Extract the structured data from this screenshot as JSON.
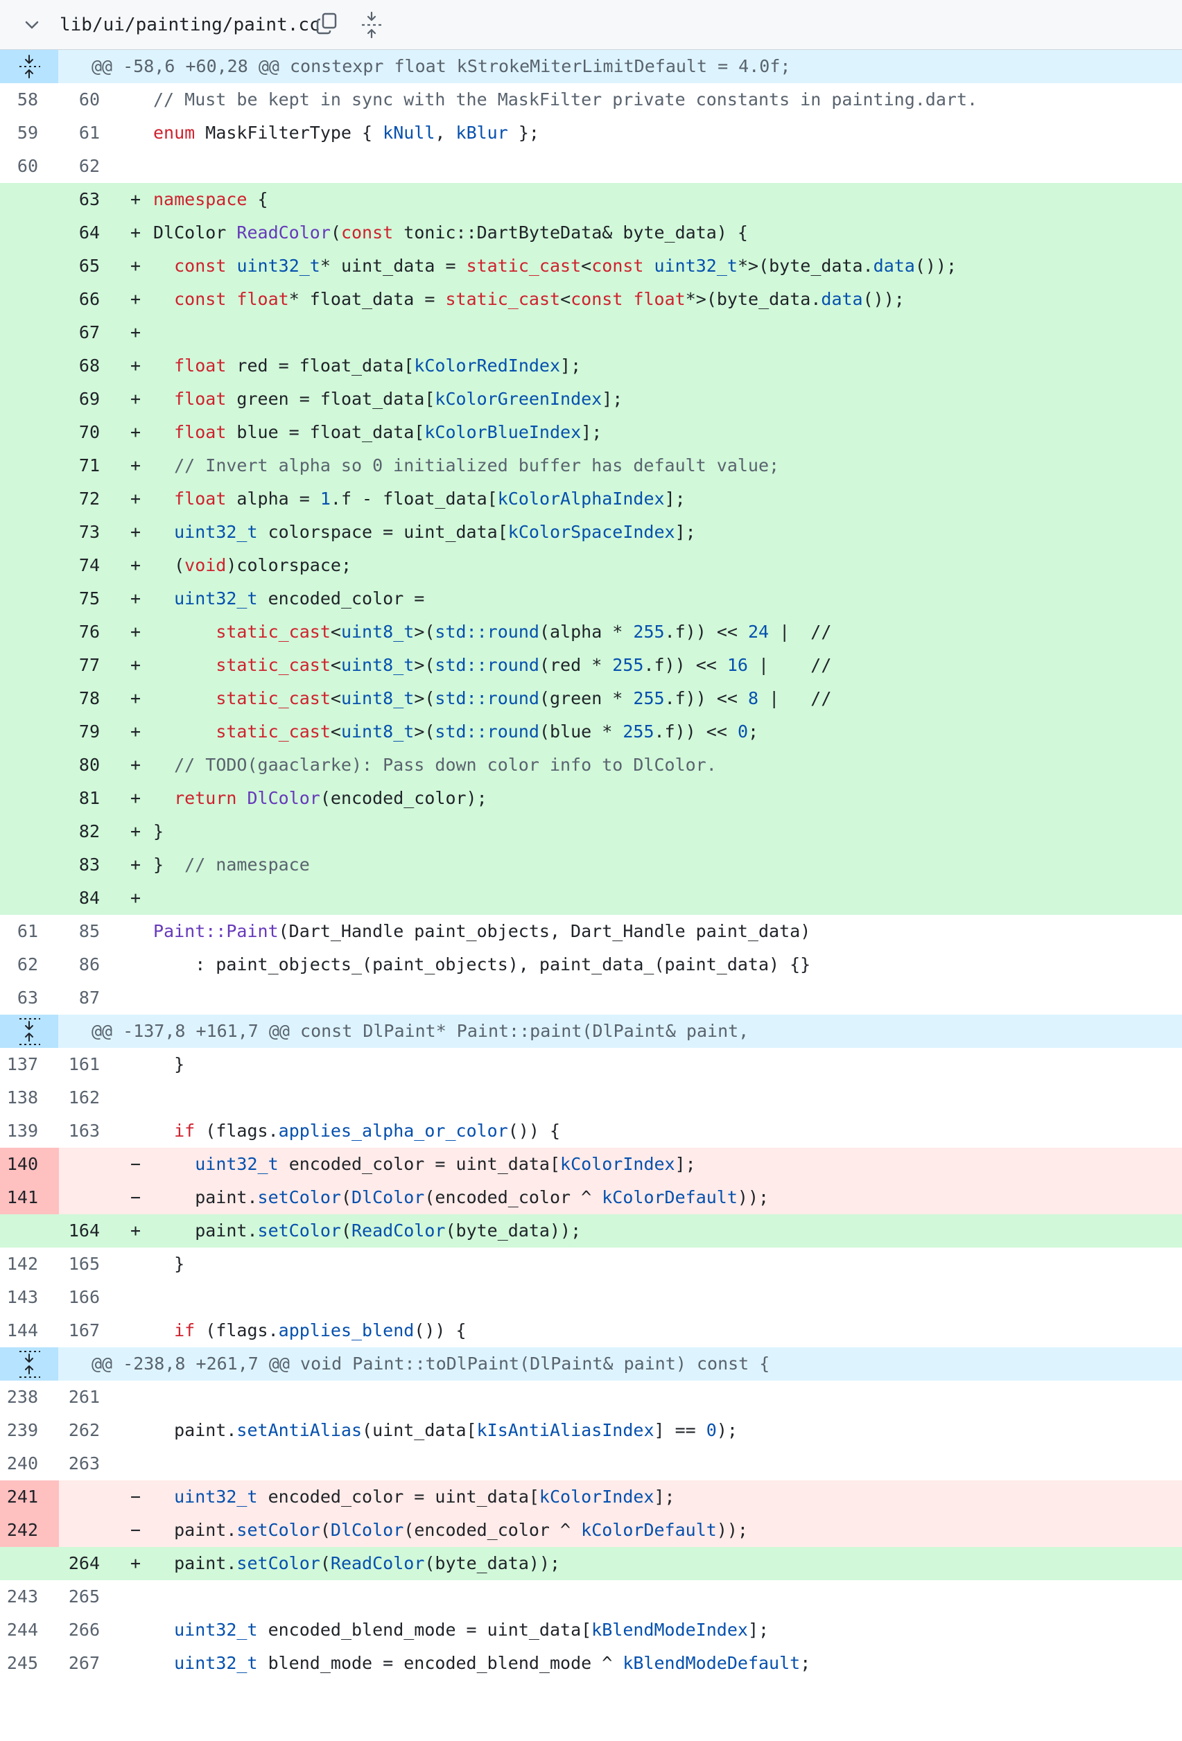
{
  "file": {
    "path": "lib/ui/painting/paint.cc"
  },
  "diff": [
    {
      "kind": "hunk",
      "text": "@@ -58,6 +60,28 @@ constexpr float kStrokeMiterLimitDefault = 4.0f;",
      "expander": "down"
    },
    {
      "kind": "ctx",
      "old": "58",
      "new": "60",
      "tokens": [
        [
          "c",
          "// Must be kept in sync with the MaskFilter private constants in painting.dart."
        ]
      ]
    },
    {
      "kind": "ctx",
      "old": "59",
      "new": "61",
      "tokens": [
        [
          "k",
          "enum"
        ],
        [
          "p",
          " MaskFilterType { "
        ],
        [
          "t",
          "kNull"
        ],
        [
          "p",
          ", "
        ],
        [
          "t",
          "kBlur"
        ],
        [
          "p",
          " };"
        ]
      ]
    },
    {
      "kind": "ctx",
      "old": "60",
      "new": "62",
      "tokens": []
    },
    {
      "kind": "add",
      "old": "",
      "new": "63",
      "tokens": [
        [
          "k",
          "namespace"
        ],
        [
          "p",
          " {"
        ]
      ]
    },
    {
      "kind": "add",
      "old": "",
      "new": "64",
      "tokens": [
        [
          "p",
          "DlColor "
        ],
        [
          "f",
          "ReadColor"
        ],
        [
          "p",
          "("
        ],
        [
          "k",
          "const"
        ],
        [
          "p",
          " tonic::DartByteData& byte_data) {"
        ]
      ]
    },
    {
      "kind": "add",
      "old": "",
      "new": "65",
      "tokens": [
        [
          "p",
          "  "
        ],
        [
          "k",
          "const"
        ],
        [
          "p",
          " "
        ],
        [
          "t",
          "uint32_t"
        ],
        [
          "p",
          "* uint_data = "
        ],
        [
          "k",
          "static_cast"
        ],
        [
          "p",
          "<"
        ],
        [
          "k",
          "const"
        ],
        [
          "p",
          " "
        ],
        [
          "t",
          "uint32_t"
        ],
        [
          "p",
          "*>(byte_data."
        ],
        [
          "t",
          "data"
        ],
        [
          "p",
          "());"
        ]
      ]
    },
    {
      "kind": "add",
      "old": "",
      "new": "66",
      "tokens": [
        [
          "p",
          "  "
        ],
        [
          "k",
          "const"
        ],
        [
          "p",
          " "
        ],
        [
          "k",
          "float"
        ],
        [
          "p",
          "* float_data = "
        ],
        [
          "k",
          "static_cast"
        ],
        [
          "p",
          "<"
        ],
        [
          "k",
          "const"
        ],
        [
          "p",
          " "
        ],
        [
          "k",
          "float"
        ],
        [
          "p",
          "*>(byte_data."
        ],
        [
          "t",
          "data"
        ],
        [
          "p",
          "());"
        ]
      ]
    },
    {
      "kind": "add",
      "old": "",
      "new": "67",
      "tokens": []
    },
    {
      "kind": "add",
      "old": "",
      "new": "68",
      "tokens": [
        [
          "p",
          "  "
        ],
        [
          "k",
          "float"
        ],
        [
          "p",
          " red = float_data["
        ],
        [
          "t",
          "kColorRedIndex"
        ],
        [
          "p",
          "];"
        ]
      ]
    },
    {
      "kind": "add",
      "old": "",
      "new": "69",
      "tokens": [
        [
          "p",
          "  "
        ],
        [
          "k",
          "float"
        ],
        [
          "p",
          " green = float_data["
        ],
        [
          "t",
          "kColorGreenIndex"
        ],
        [
          "p",
          "];"
        ]
      ]
    },
    {
      "kind": "add",
      "old": "",
      "new": "70",
      "tokens": [
        [
          "p",
          "  "
        ],
        [
          "k",
          "float"
        ],
        [
          "p",
          " blue = float_data["
        ],
        [
          "t",
          "kColorBlueIndex"
        ],
        [
          "p",
          "];"
        ]
      ]
    },
    {
      "kind": "add",
      "old": "",
      "new": "71",
      "tokens": [
        [
          "p",
          "  "
        ],
        [
          "c",
          "// Invert alpha so 0 initialized buffer has default value;"
        ]
      ]
    },
    {
      "kind": "add",
      "old": "",
      "new": "72",
      "tokens": [
        [
          "p",
          "  "
        ],
        [
          "k",
          "float"
        ],
        [
          "p",
          " alpha = "
        ],
        [
          "t",
          "1"
        ],
        [
          "p",
          ".f - float_data["
        ],
        [
          "t",
          "kColorAlphaIndex"
        ],
        [
          "p",
          "];"
        ]
      ]
    },
    {
      "kind": "add",
      "old": "",
      "new": "73",
      "tokens": [
        [
          "p",
          "  "
        ],
        [
          "t",
          "uint32_t"
        ],
        [
          "p",
          " colorspace = uint_data["
        ],
        [
          "t",
          "kColorSpaceIndex"
        ],
        [
          "p",
          "];"
        ]
      ]
    },
    {
      "kind": "add",
      "old": "",
      "new": "74",
      "tokens": [
        [
          "p",
          "  ("
        ],
        [
          "k",
          "void"
        ],
        [
          "p",
          ")colorspace;"
        ]
      ]
    },
    {
      "kind": "add",
      "old": "",
      "new": "75",
      "tokens": [
        [
          "p",
          "  "
        ],
        [
          "t",
          "uint32_t"
        ],
        [
          "p",
          " encoded_color ="
        ]
      ]
    },
    {
      "kind": "add",
      "old": "",
      "new": "76",
      "tokens": [
        [
          "p",
          "      "
        ],
        [
          "k",
          "static_cast"
        ],
        [
          "p",
          "<"
        ],
        [
          "t",
          "uint8_t"
        ],
        [
          "p",
          ">("
        ],
        [
          "t",
          "std::round"
        ],
        [
          "p",
          "(alpha * "
        ],
        [
          "t",
          "255"
        ],
        [
          "p",
          ".f)) << "
        ],
        [
          "t",
          "24"
        ],
        [
          "p",
          " |  //"
        ]
      ]
    },
    {
      "kind": "add",
      "old": "",
      "new": "77",
      "tokens": [
        [
          "p",
          "      "
        ],
        [
          "k",
          "static_cast"
        ],
        [
          "p",
          "<"
        ],
        [
          "t",
          "uint8_t"
        ],
        [
          "p",
          ">("
        ],
        [
          "t",
          "std::round"
        ],
        [
          "p",
          "(red * "
        ],
        [
          "t",
          "255"
        ],
        [
          "p",
          ".f)) << "
        ],
        [
          "t",
          "16"
        ],
        [
          "p",
          " |    //"
        ]
      ]
    },
    {
      "kind": "add",
      "old": "",
      "new": "78",
      "tokens": [
        [
          "p",
          "      "
        ],
        [
          "k",
          "static_cast"
        ],
        [
          "p",
          "<"
        ],
        [
          "t",
          "uint8_t"
        ],
        [
          "p",
          ">("
        ],
        [
          "t",
          "std::round"
        ],
        [
          "p",
          "(green * "
        ],
        [
          "t",
          "255"
        ],
        [
          "p",
          ".f)) << "
        ],
        [
          "t",
          "8"
        ],
        [
          "p",
          " |   //"
        ]
      ]
    },
    {
      "kind": "add",
      "old": "",
      "new": "79",
      "tokens": [
        [
          "p",
          "      "
        ],
        [
          "k",
          "static_cast"
        ],
        [
          "p",
          "<"
        ],
        [
          "t",
          "uint8_t"
        ],
        [
          "p",
          ">("
        ],
        [
          "t",
          "std::round"
        ],
        [
          "p",
          "(blue * "
        ],
        [
          "t",
          "255"
        ],
        [
          "p",
          ".f)) << "
        ],
        [
          "t",
          "0"
        ],
        [
          "p",
          ";"
        ]
      ]
    },
    {
      "kind": "add",
      "old": "",
      "new": "80",
      "tokens": [
        [
          "p",
          "  "
        ],
        [
          "c",
          "// TODO(gaaclarke): Pass down color info to DlColor."
        ]
      ]
    },
    {
      "kind": "add",
      "old": "",
      "new": "81",
      "tokens": [
        [
          "p",
          "  "
        ],
        [
          "k",
          "return"
        ],
        [
          "p",
          " "
        ],
        [
          "f",
          "DlColor"
        ],
        [
          "p",
          "(encoded_color);"
        ]
      ]
    },
    {
      "kind": "add",
      "old": "",
      "new": "82",
      "tokens": [
        [
          "p",
          "}"
        ]
      ]
    },
    {
      "kind": "add",
      "old": "",
      "new": "83",
      "tokens": [
        [
          "p",
          "}  "
        ],
        [
          "c",
          "// namespace"
        ]
      ]
    },
    {
      "kind": "add",
      "old": "",
      "new": "84",
      "tokens": []
    },
    {
      "kind": "ctx",
      "old": "61",
      "new": "85",
      "tokens": [
        [
          "f",
          "Paint::Paint"
        ],
        [
          "p",
          "(Dart_Handle paint_objects, Dart_Handle paint_data)"
        ]
      ]
    },
    {
      "kind": "ctx",
      "old": "62",
      "new": "86",
      "tokens": [
        [
          "p",
          "    : paint_objects_(paint_objects), paint_data_(paint_data) {}"
        ]
      ]
    },
    {
      "kind": "ctx",
      "old": "63",
      "new": "87",
      "tokens": []
    },
    {
      "kind": "hunk",
      "text": "@@ -137,8 +161,7 @@ const DlPaint* Paint::paint(DlPaint& paint,",
      "expander": "both"
    },
    {
      "kind": "ctx",
      "old": "137",
      "new": "161",
      "tokens": [
        [
          "p",
          "  }"
        ]
      ]
    },
    {
      "kind": "ctx",
      "old": "138",
      "new": "162",
      "tokens": []
    },
    {
      "kind": "ctx",
      "old": "139",
      "new": "163",
      "tokens": [
        [
          "p",
          "  "
        ],
        [
          "k",
          "if"
        ],
        [
          "p",
          " (flags."
        ],
        [
          "t",
          "applies_alpha_or_color"
        ],
        [
          "p",
          "()) {"
        ]
      ]
    },
    {
      "kind": "del",
      "old": "140",
      "new": "",
      "tokens": [
        [
          "p",
          "    "
        ],
        [
          "t",
          "uint32_t"
        ],
        [
          "p",
          " encoded_color = uint_data["
        ],
        [
          "t",
          "kColorIndex"
        ],
        [
          "p",
          "];"
        ]
      ]
    },
    {
      "kind": "del",
      "old": "141",
      "new": "",
      "tokens": [
        [
          "p",
          "    paint."
        ],
        [
          "t",
          "setColor"
        ],
        [
          "p",
          "("
        ],
        [
          "t",
          "DlColor"
        ],
        [
          "p",
          "(encoded_color ^ "
        ],
        [
          "t",
          "kColorDefault"
        ],
        [
          "p",
          "));"
        ]
      ]
    },
    {
      "kind": "add",
      "old": "",
      "new": "164",
      "tokens": [
        [
          "p",
          "    paint."
        ],
        [
          "t",
          "setColor"
        ],
        [
          "p",
          "("
        ],
        [
          "t",
          "ReadColor"
        ],
        [
          "p",
          "(byte_data));"
        ]
      ]
    },
    {
      "kind": "ctx",
      "old": "142",
      "new": "165",
      "tokens": [
        [
          "p",
          "  }"
        ]
      ]
    },
    {
      "kind": "ctx",
      "old": "143",
      "new": "166",
      "tokens": []
    },
    {
      "kind": "ctx",
      "old": "144",
      "new": "167",
      "tokens": [
        [
          "p",
          "  "
        ],
        [
          "k",
          "if"
        ],
        [
          "p",
          " (flags."
        ],
        [
          "t",
          "applies_blend"
        ],
        [
          "p",
          "()) {"
        ]
      ]
    },
    {
      "kind": "hunk",
      "text": "@@ -238,8 +261,7 @@ void Paint::toDlPaint(DlPaint& paint) const {",
      "expander": "both"
    },
    {
      "kind": "ctx",
      "old": "238",
      "new": "261",
      "tokens": []
    },
    {
      "kind": "ctx",
      "old": "239",
      "new": "262",
      "tokens": [
        [
          "p",
          "  paint."
        ],
        [
          "t",
          "setAntiAlias"
        ],
        [
          "p",
          "(uint_data["
        ],
        [
          "t",
          "kIsAntiAliasIndex"
        ],
        [
          "p",
          "] == "
        ],
        [
          "t",
          "0"
        ],
        [
          "p",
          ");"
        ]
      ]
    },
    {
      "kind": "ctx",
      "old": "240",
      "new": "263",
      "tokens": []
    },
    {
      "kind": "del",
      "old": "241",
      "new": "",
      "tokens": [
        [
          "p",
          "  "
        ],
        [
          "t",
          "uint32_t"
        ],
        [
          "p",
          " encoded_color = uint_data["
        ],
        [
          "t",
          "kColorIndex"
        ],
        [
          "p",
          "];"
        ]
      ]
    },
    {
      "kind": "del",
      "old": "242",
      "new": "",
      "tokens": [
        [
          "p",
          "  paint."
        ],
        [
          "t",
          "setColor"
        ],
        [
          "p",
          "("
        ],
        [
          "t",
          "DlColor"
        ],
        [
          "p",
          "(encoded_color ^ "
        ],
        [
          "t",
          "kColorDefault"
        ],
        [
          "p",
          "));"
        ]
      ]
    },
    {
      "kind": "add",
      "old": "",
      "new": "264",
      "tokens": [
        [
          "p",
          "  paint."
        ],
        [
          "t",
          "setColor"
        ],
        [
          "p",
          "("
        ],
        [
          "t",
          "ReadColor"
        ],
        [
          "p",
          "(byte_data));"
        ]
      ]
    },
    {
      "kind": "ctx",
      "old": "243",
      "new": "265",
      "tokens": []
    },
    {
      "kind": "ctx",
      "old": "244",
      "new": "266",
      "tokens": [
        [
          "p",
          "  "
        ],
        [
          "t",
          "uint32_t"
        ],
        [
          "p",
          " encoded_blend_mode = uint_data["
        ],
        [
          "t",
          "kBlendModeIndex"
        ],
        [
          "p",
          "];"
        ]
      ]
    },
    {
      "kind": "ctx",
      "old": "245",
      "new": "267",
      "tokens": [
        [
          "p",
          "  "
        ],
        [
          "t",
          "uint32_t"
        ],
        [
          "p",
          " blend_mode = encoded_blend_mode ^ "
        ],
        [
          "t",
          "kBlendModeDefault"
        ],
        [
          "p",
          ";"
        ]
      ]
    }
  ],
  "markers": {
    "add": "+",
    "del": "−"
  },
  "colors": {
    "add_bg": "#d1f8d9",
    "del_bg": "#ffebe9",
    "del_num_bg": "#ffc0c0",
    "hunk_bg": "#ddf4ff",
    "expander_bg": "#b6e3ff",
    "keyword": "#cf222e",
    "type": "#0550ae",
    "function": "#6639ba",
    "comment": "#59636e"
  },
  "icons": {
    "collapse": "chevron-down-icon",
    "copy": "copy-icon",
    "expand_all": "unfold-icon",
    "expand_down": "expand-down-icon",
    "expand_both": "expand-up-down-icon"
  }
}
